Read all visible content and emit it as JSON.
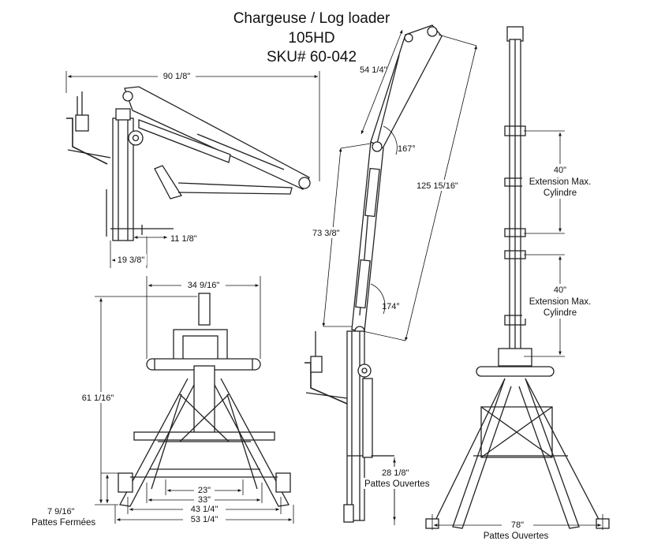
{
  "title": {
    "line1": "Chargeuse / Log loader",
    "line2": "105HD",
    "line3": "SKU# 60-042"
  },
  "side_view": {
    "overall_length": "90 1/8\"",
    "leg_offset": "11 1/8\"",
    "base_width": "19 3/8\""
  },
  "front_view": {
    "top_width": "34 9/16\"",
    "height": "61 1/16\"",
    "width_inner": "23\"",
    "width_mid": "33\"",
    "width_outer_1": "43 1/4\"",
    "width_outer_2": "53 1/4\"",
    "closed_leg_height": "7 9/16\"",
    "closed_leg_label": "Pattes Fermées"
  },
  "extended_view": {
    "jib_length": "54 1/4\"",
    "boom_length": "73 3/8\"",
    "total_length": "125 15/16\"",
    "angle_top": "167°",
    "angle_bottom": "174°",
    "open_leg_height": "28 1/8\"",
    "open_leg_label": "Pattes Ouvertes"
  },
  "rear_view": {
    "ext_top_value": "40\"",
    "ext_top_label_1": "Extension Max.",
    "ext_top_label_2": "Cylindre",
    "ext_bottom_value": "40\"",
    "ext_bottom_label_1": "Extension Max.",
    "ext_bottom_label_2": "Cylindre",
    "base_width": "78\"",
    "base_label": "Pattes Ouvertes"
  }
}
